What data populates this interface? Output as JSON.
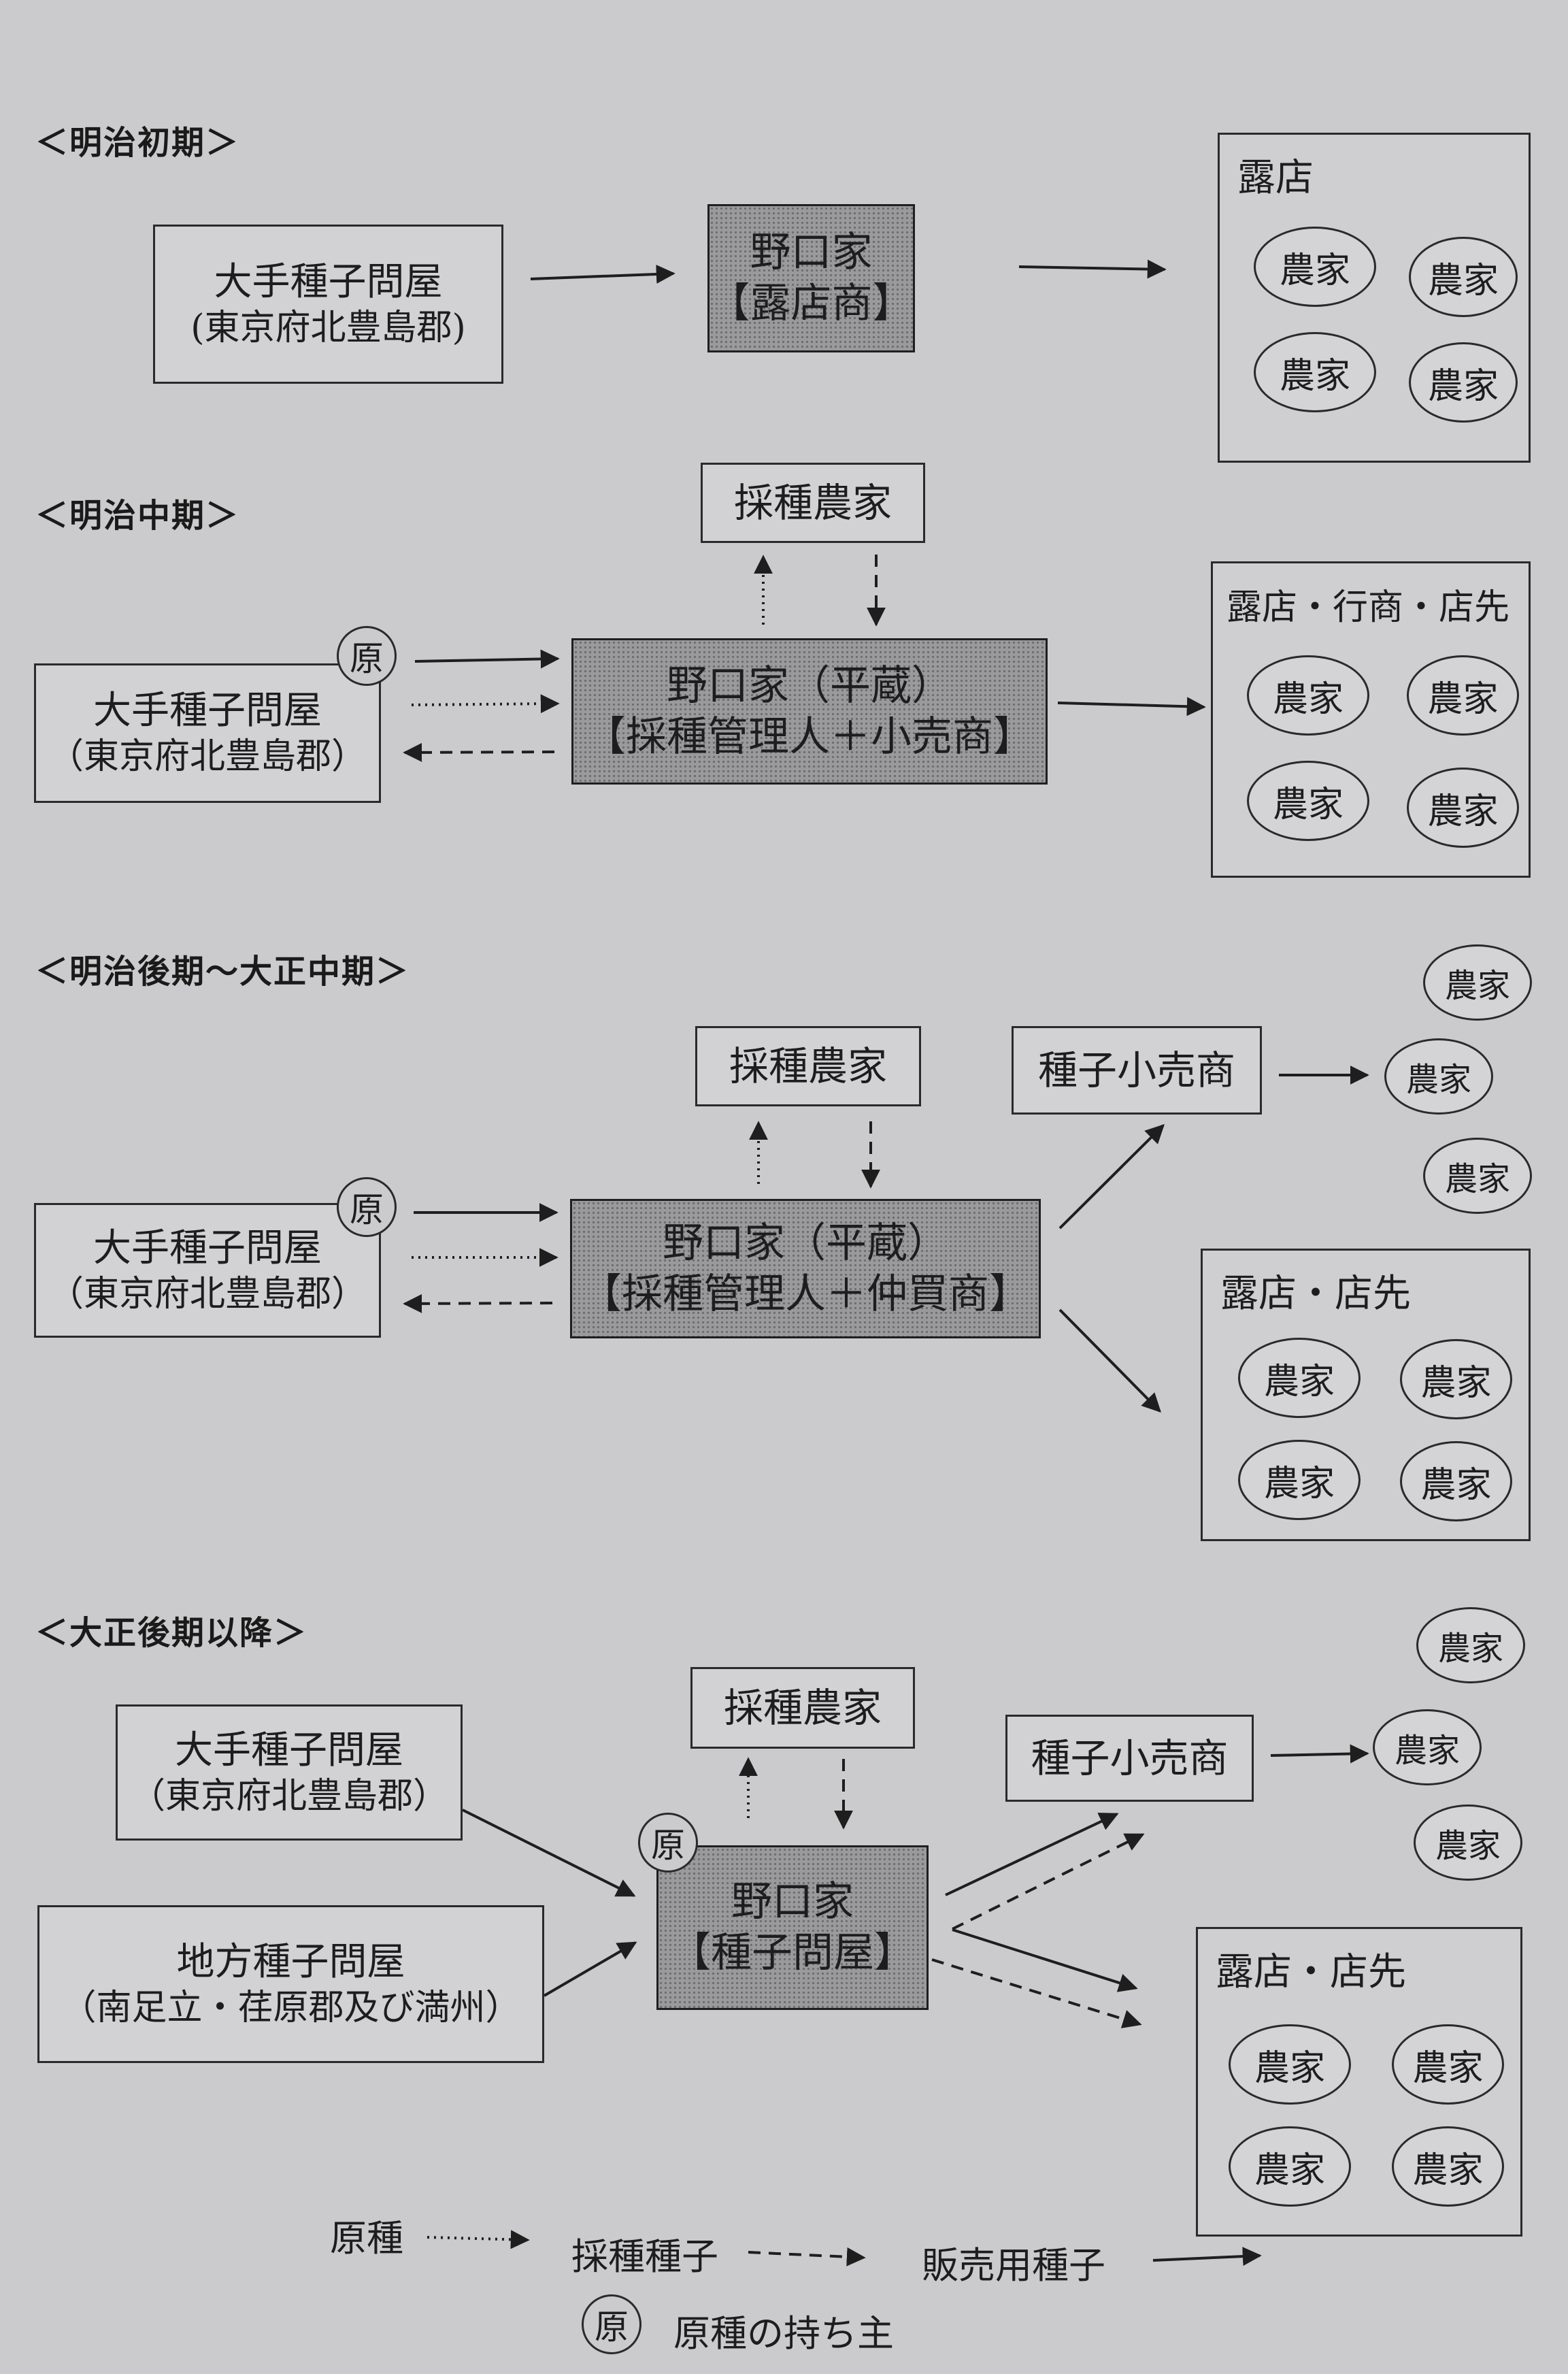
{
  "sections": {
    "s1": {
      "title": "＜明治初期＞"
    },
    "s2": {
      "title": "＜明治中期＞"
    },
    "s3": {
      "title": "＜明治後期〜大正中期＞"
    },
    "s4": {
      "title": "＜大正後期以降＞"
    }
  },
  "labels": {
    "wholesaler_line1": "大手種子問屋",
    "wholesaler_line2": "(東京府北豊島郡)",
    "wholesaler_line2_b": "（東京府北豊島郡）",
    "regional_line1": "地方種子問屋",
    "regional_line2": "（南足立・荏原郡及び満州）",
    "noguchi": "野口家",
    "noguchi_heizo": "野口家（平蔵）",
    "role_stall": "【露店商】",
    "role_manager_retail": "【採種管理人＋小売商】",
    "role_manager_broker": "【採種管理人＋仲買商】",
    "role_wholesaler": "【種子問屋】",
    "seed_farmer": "採種農家",
    "retailer": "種子小売商",
    "market_stall": "露店",
    "market_mid": "露店・行商・店先",
    "market_late": "露店・店先",
    "farmer": "農家",
    "origin_mark": "原"
  },
  "legend": {
    "original": "原種",
    "seed_collected": "採種種子",
    "for_sale": "販売用種子",
    "owner": "原種の持ち主"
  },
  "colors": {
    "background": "#cbcbcd",
    "noguchi_fill": "#9a9a9c",
    "ink": "#1d1d1f"
  }
}
